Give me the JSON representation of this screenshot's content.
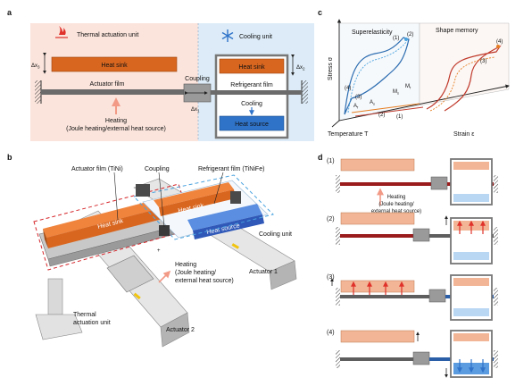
{
  "panel_a": {
    "letter": "a",
    "thermal_title": "Thermal actuation unit",
    "cooling_title": "Cooling unit",
    "heat_sink_left": "Heat sink",
    "dx3": "Δx",
    "dx3_sub": "3",
    "dx2": "Δx",
    "dx2_sub": "2",
    "dx1": "Δx",
    "dx1_sub": "1",
    "actuator_film": "Actuator film",
    "coupling": "Coupling",
    "heat_sink_right": "Heat sink",
    "refrigerant_film": "Refrigerant film",
    "cooling": "Cooling",
    "heat_source": "Heat source",
    "heating_line1": "Heating",
    "heating_line2": "(Joule heating/external heat source)"
  },
  "panel_b": {
    "letter": "b",
    "actuator_film": "Actuator film (TiNi)",
    "coupling": "Coupling",
    "refrigerant_film": "Refrigerant film (TiNiFe)",
    "heat_sink_1": "Heat sink",
    "heat_sink_2": "Heat sink",
    "heat_source": "Heat source",
    "cooling_unit": "Cooling unit",
    "actuator_1": "Actuator 1",
    "heating_line1": "Heating",
    "heating_line2": "(Joule heating/",
    "heating_line3": "external heat source)",
    "thermal_line1": "Thermal",
    "thermal_line2": "actuation unit",
    "actuator_2": "Actuator 2"
  },
  "panel_c": {
    "letter": "c",
    "superelasticity": "Superelasticity",
    "shape_memory": "Shape memory",
    "stress_axis": "Stress σ",
    "temperature_axis": "Temperature T",
    "strain_axis": "Strain ε",
    "marker_1": "(1)",
    "marker_2": "(2)",
    "marker_3": "(3)",
    "marker_4": "(4)",
    "af": "A",
    "af_sub": "f",
    "as": "A",
    "as_sub": "s",
    "ms": "M",
    "ms_sub": "s",
    "mf": "M",
    "mf_sub": "f",
    "colors": {
      "superelastic": "#2b6cb0",
      "shape_memory": "#c0392b",
      "orange": "#e67e22"
    }
  },
  "panel_d": {
    "letter": "d",
    "step_1": "(1)",
    "step_2": "(2)",
    "step_3": "(3)",
    "step_4": "(4)",
    "heating_line1": "Heating",
    "heating_line2": "(Joule heating/",
    "heating_line3": "external heat source)"
  },
  "colors": {
    "heat_sink": "#d9661f",
    "heat_sink_light": "#f2b596",
    "heat_source": "#2f73c9",
    "heat_source_light": "#b9d7f3",
    "warm_bg": "#fbe4dc",
    "cool_bg": "#dcebf7",
    "film_red": "#9b1c1c",
    "film_blue": "#2a5fa8"
  }
}
